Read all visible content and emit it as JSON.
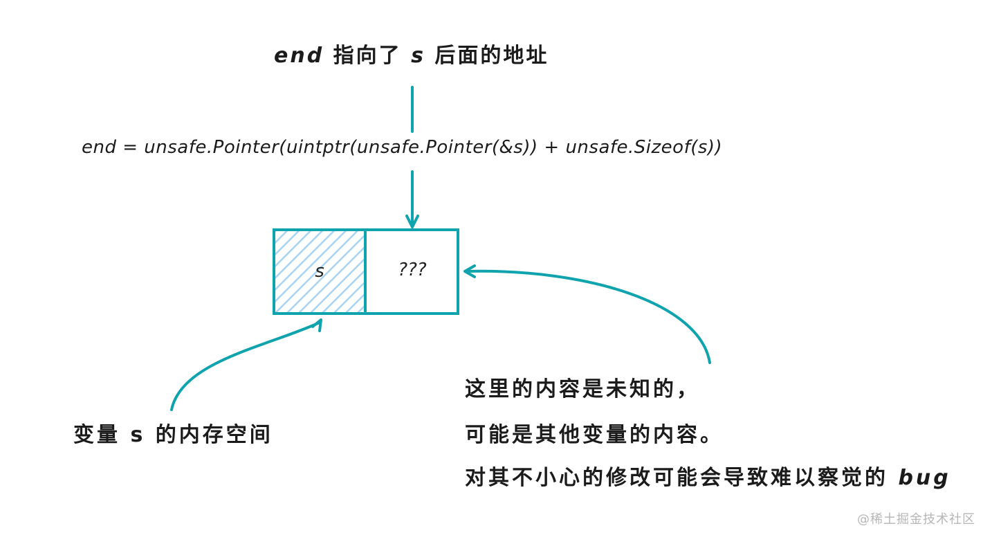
{
  "title": {
    "prefix": "end",
    "middle": " 指向了 ",
    "var": "s",
    "suffix": " 后面的地址"
  },
  "code_line": "end = unsafe.Pointer(uintptr(unsafe.Pointer(&s)) + unsafe.Sizeof(s))",
  "memory": {
    "cell_s_label": "s",
    "cell_unknown_label": "???"
  },
  "var_label": "变量 s 的内存空间",
  "notes": {
    "line1": "这里的内容是未知的，",
    "line2": "可能是其他变量的内容。",
    "line3_text": "对其不小心的修改可能会导致难以察觉的 ",
    "line3_bug": "bug"
  },
  "watermark": "@稀土掘金技术社区",
  "colors": {
    "stroke": "#0fa3ad",
    "hatch": "#a9d3f2",
    "text": "#1b1b1b"
  }
}
